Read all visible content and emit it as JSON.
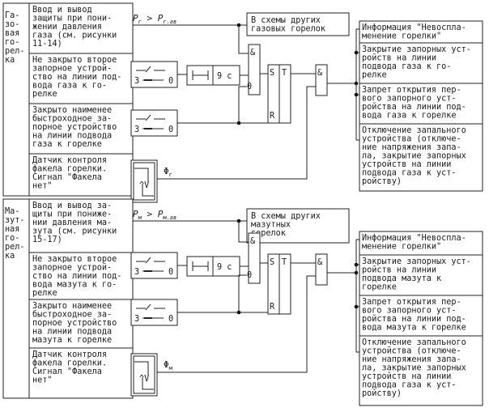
{
  "sections": [
    {
      "id": "gas",
      "burner_label": [
        "Га-",
        "зо-",
        "вая",
        "го-",
        "рел-",
        "ка"
      ],
      "inputs": [
        {
          "lines": [
            "Ввод и вывод",
            "защиты при пони-",
            "жении давления",
            "газа (см. рисунки",
            "11-14)"
          ]
        },
        {
          "lines": [
            "Не закрыто второе",
            "запорное устрой-",
            "ство на линии под-",
            "вода газа к го-",
            "релке"
          ]
        },
        {
          "lines": [
            "Закрыто наименее",
            "быстроходное за-",
            "порное устройство",
            "на линии подвода",
            "газа к горелке"
          ]
        },
        {
          "lines": [
            "Датчик контроля",
            "факела горелки.",
            "Сигнал \"Факела",
            "нет\""
          ]
        }
      ],
      "pressure_label": {
        "p": "P",
        "sub1": "г",
        "op": " > ",
        "sub2": "г.ав"
      },
      "flame_label": {
        "phi": "Φ",
        "sub": "г"
      },
      "other_schemes": [
        "В схемы других",
        "газовых горелок"
      ],
      "outputs": [
        {
          "lines": [
            "Информация \"Невоспла-",
            "менение горелки\""
          ]
        },
        {
          "lines": [
            "Закрытие запорных уст-",
            "ройств   на линии",
            "подвода газа к го-",
            "релке"
          ]
        },
        {
          "lines": [
            "Запрет открытия пер-",
            "вого запорного уст-",
            "ройства на линии под-",
            "вода газа к горелке"
          ]
        },
        {
          "lines": [
            "Отключение запального",
            "устройства (отключе-",
            "ние напряжения запа-",
            "ла, закрытие запорных",
            "устройств на линии",
            "подвода газа к уст-",
            "ройству)"
          ]
        }
      ]
    },
    {
      "id": "oil",
      "burner_label": [
        "Ма-",
        "зут-",
        "ная",
        "го-",
        "рел-",
        "ка"
      ],
      "inputs": [
        {
          "lines": [
            "Ввод и вывод за-",
            "щиты при пониже-",
            "нии давления ма-",
            "зута (см. рисунки",
            "15-17)"
          ]
        },
        {
          "lines": [
            "Не закрыто второе",
            "запорное устрой-",
            "ство на линии под-",
            "вода мазута к го-",
            "релке"
          ]
        },
        {
          "lines": [
            "Закрыто наименее",
            "быстроходное за-",
            "порное устройство",
            "на линии подвода",
            "мазута к горелке"
          ]
        },
        {
          "lines": [
            "Датчик контроля",
            "факела  горелки.",
            "Сигнал \"Факела",
            "нет\""
          ]
        }
      ],
      "pressure_label": {
        "p": "P",
        "sub1": "м",
        "op": " > ",
        "sub2": "м.ав"
      },
      "flame_label": {
        "phi": "Φ",
        "sub": "м"
      },
      "other_schemes": [
        "В схемы других",
        "мазутных",
        "горелок"
      ],
      "outputs": [
        {
          "lines": [
            "Информация \"Невоспла-",
            "менение горелки\""
          ]
        },
        {
          "lines": [
            "Закрытие запорных уст-",
            "ройств   на линии",
            "подвода мазута к",
            "горелке"
          ]
        },
        {
          "lines": [
            "Запрет открытия пер-",
            "вого запорного уст-",
            "ройства на линии под-",
            "вода мазута к горелке"
          ]
        },
        {
          "lines": [
            "Отключение запального",
            "устройства (отключе-",
            "ние напряжения запа-",
            "ла, закрытие запорных",
            "устройств на линии",
            "подвода газа к уст-",
            "ройству)"
          ]
        }
      ]
    }
  ],
  "blocks": {
    "and_label": "&",
    "inverted_input_label": "0",
    "timer_value": "9 с",
    "flipflop_set": "S",
    "flipflop_toggle": "T",
    "flipflop_reset": "R",
    "switch_left": "3",
    "switch_right": "0",
    "flame_sensor_glyph": "/\\V"
  }
}
